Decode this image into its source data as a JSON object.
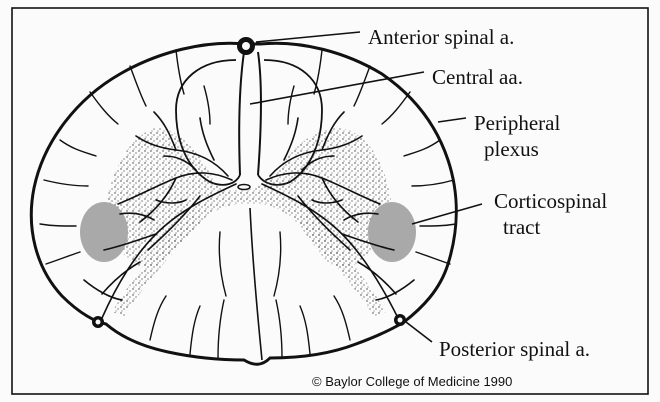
{
  "labels": {
    "anterior_spinal": "Anterior spinal a.",
    "central": "Central aa.",
    "peripheral_line1": "Peripheral",
    "peripheral_line2": "plexus",
    "corticospinal_line1": "Corticospinal",
    "corticospinal_line2": "tract",
    "posterior_spinal": "Posterior spinal a."
  },
  "copyright": "© Baylor College of Medicine 1990",
  "colors": {
    "ink": "#111111",
    "tract_fill": "#a9a9a9",
    "stipple": "#3a3a3a",
    "background": "#fbfbfb"
  }
}
